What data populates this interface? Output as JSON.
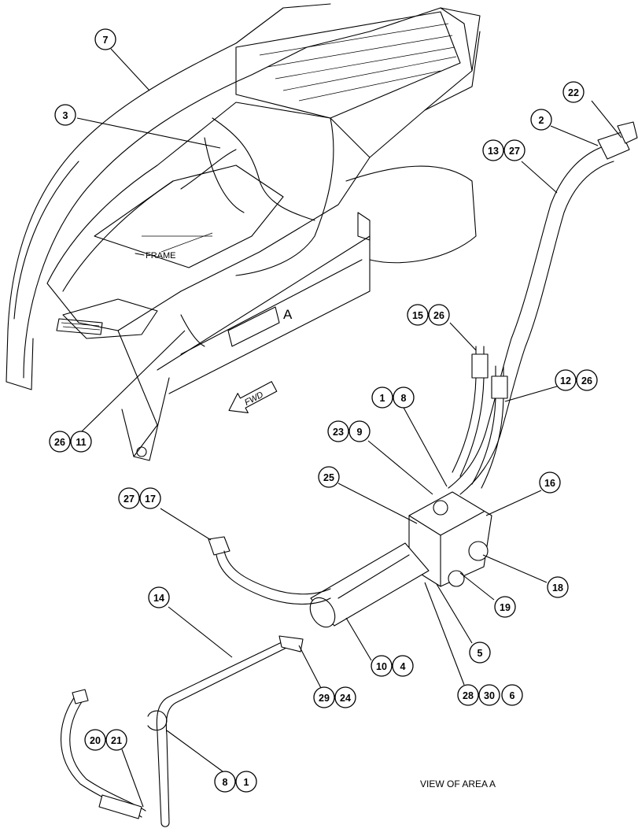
{
  "labels": {
    "frame": "FRAME",
    "area_a": "A",
    "fwd": "FWD",
    "view_caption": "VIEW OF AREA A"
  },
  "callouts": [
    {
      "id": "c7",
      "numbers": [
        "7"
      ]
    },
    {
      "id": "c3",
      "numbers": [
        "3"
      ]
    },
    {
      "id": "c26-11",
      "numbers": [
        "26",
        "11"
      ]
    },
    {
      "id": "c22",
      "numbers": [
        "22"
      ]
    },
    {
      "id": "c2",
      "numbers": [
        "2"
      ]
    },
    {
      "id": "c13-27",
      "numbers": [
        "13",
        "27"
      ]
    },
    {
      "id": "c15-26",
      "numbers": [
        "15",
        "26"
      ]
    },
    {
      "id": "c12-26",
      "numbers": [
        "12",
        "26"
      ]
    },
    {
      "id": "c1-8",
      "numbers": [
        "1",
        "8"
      ]
    },
    {
      "id": "c23-9",
      "numbers": [
        "23",
        "9"
      ]
    },
    {
      "id": "c25",
      "numbers": [
        "25"
      ]
    },
    {
      "id": "c16",
      "numbers": [
        "16"
      ]
    },
    {
      "id": "c27-17",
      "numbers": [
        "27",
        "17"
      ]
    },
    {
      "id": "c18",
      "numbers": [
        "18"
      ]
    },
    {
      "id": "c19",
      "numbers": [
        "19"
      ]
    },
    {
      "id": "c14",
      "numbers": [
        "14"
      ]
    },
    {
      "id": "c5",
      "numbers": [
        "5"
      ]
    },
    {
      "id": "c10-4",
      "numbers": [
        "10",
        "4"
      ]
    },
    {
      "id": "c29-24",
      "numbers": [
        "29",
        "24"
      ]
    },
    {
      "id": "c28-30-6",
      "numbers": [
        "28",
        "30",
        "6"
      ]
    },
    {
      "id": "c20-21",
      "numbers": [
        "20",
        "21"
      ]
    },
    {
      "id": "c8-1",
      "numbers": [
        "8",
        "1"
      ]
    }
  ],
  "colors": {
    "line": "#000000",
    "background": "#ffffff"
  }
}
